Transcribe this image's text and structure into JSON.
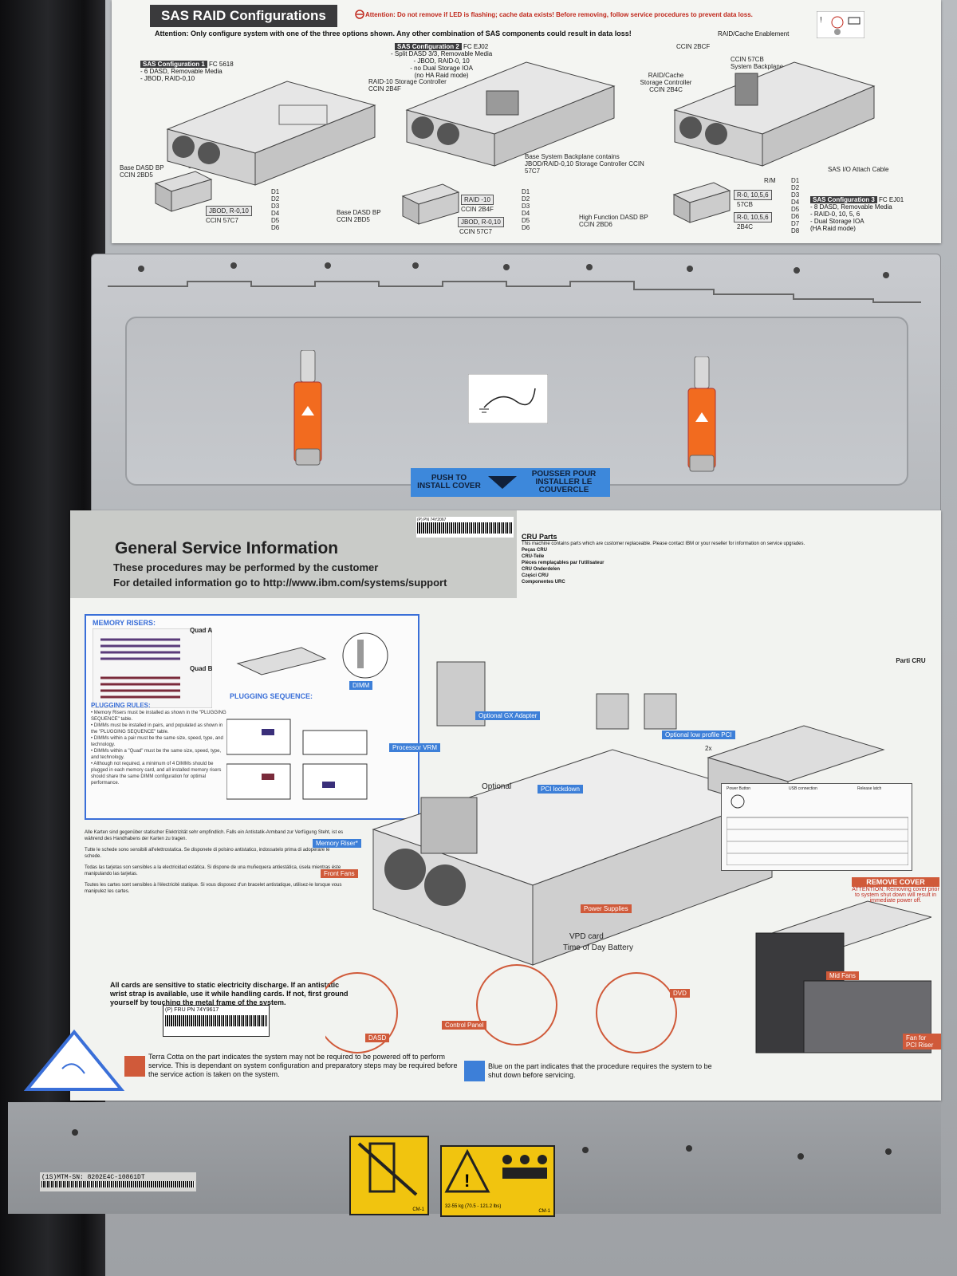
{
  "sas_label": {
    "title": "SAS RAID Configurations",
    "warning": "Attention: Do not remove if LED is flashing; cache data exists! Before removing, follow service procedures to prevent data loss.",
    "attention": "Attention: Only configure system with one of the three options shown.  Any other combination of SAS components could result in data loss!",
    "raid_cache_enablement": "RAID/Cache Enablement",
    "config1": {
      "tag": "SAS Configuration 1",
      "fc": "FC 5618",
      "lines": [
        "- 6 DASD, Removable Media",
        "- JBOD, RAID-0,10"
      ]
    },
    "config2": {
      "tag": "SAS Configuration 2",
      "fc": "FC EJ02",
      "lines": [
        "- Split DASD 3/3, Removable Media",
        "- JBOD, RAID-0, 10",
        "- no Dual Storage IOA",
        "(no HA Raid mode)"
      ]
    },
    "config3": {
      "tag": "SAS Configuration 3",
      "fc": "FC EJ01",
      "lines": [
        "- 8 DASD, Removable Media",
        "- RAID-0, 10, 5, 6",
        "- Dual Storage IOA",
        "(HA Raid mode)"
      ]
    },
    "raid10_ctrl": "RAID-10 Storage Controller",
    "ccin_2b4f": "CCIN 2B4F",
    "ccin_2bcf": "CCIN 2BCF",
    "ccin_57cb": "CCIN 57CB",
    "system_backplane": "System Backplane",
    "raid_cache_ctrl": "RAID/Cache Storage Controller",
    "ccin_2b4c": "CCIN 2B4C",
    "base_backplane": "Base System Backplane contains JBOD/RAID-0,10  Storage Controller CCIN 57C7",
    "base_dasd_bp": "Base DASD BP",
    "ccin_2bd5": "CCIN 2BD5",
    "jbod_r010": "JBOD, R-0,10",
    "ccin_57c7": "CCIN 57C7",
    "raid10": "RAID -10",
    "ccin_2b4f_b": "CCIN 2B4F",
    "jbod_r010_b": "JBOD, R-0,10",
    "ccin_57c7_b": "CCIN 57C7",
    "high_function_bp": "High Function DASD BP",
    "ccin_2bd6": "CCIN 2BD6",
    "rm": "R/M",
    "r056_a": "R-0, 10,5,6",
    "ccin_57cb_s": "57CB",
    "r056_b": "R-0, 10,5,6",
    "ccin_2b4c_s": "2B4C",
    "sas_io_cable": "SAS I/O Attach Cable",
    "drives_a": [
      "D1",
      "D2",
      "D3",
      "D4",
      "D5",
      "D6"
    ],
    "drives_b": [
      "D1",
      "D2",
      "D3",
      "D4",
      "D5",
      "D6"
    ],
    "drives_c": [
      "D1",
      "D2",
      "D3",
      "D4",
      "D5",
      "D6",
      "D7",
      "D8"
    ]
  },
  "cover": {
    "push_en": "PUSH TO INSTALL COVER",
    "push_fr": "POUSSER POUR INSTALLER LE COUVERCLE"
  },
  "gsi": {
    "title": "General Service Information",
    "sub1": "These procedures may be performed by the customer",
    "sub2": "For detailed information go to http://www.ibm.com/systems/support",
    "pn_small": "(P) PN 74Y2067",
    "cru_title": "CRU Parts",
    "cru_text": "This machine contains parts which are customer replaceable.  Please contact IBM or your reseller for information on service upgrades.",
    "pecas": "Peças CRU",
    "cru_teile": "CRU-Teile",
    "pieces": "Pièces remplaçables par l'utilisateur",
    "onderdelen": "CRU Onderdelen",
    "czesci": "Części CRU",
    "componentes": "Componentes URC",
    "parti": "Parti CRU",
    "memory_risers": "MEMORY RISERS:",
    "quad_a": "Quad A",
    "quad_b": "Quad B",
    "dimm": "DIMM",
    "plugging_sequence": "PLUGGING SEQUENCE:",
    "plugging_rules": "PLUGGING RULES:",
    "rules": [
      "• Memory Risers must be installed as shown in the \"PLUGGING SEQUENCE\" table.",
      "• DIMMs must be installed in pairs, and populated as shown in the \"PLUGGING SEQUENCE\" table.",
      "• DIMMs within a pair must be the same size, speed, type, and technology.",
      "• DIMMs within a \"Quad\" must be the same size, speed, type, and technology.",
      "• Although not required, a minimum of 4 DIMMs should be plugged in each memory card, and all installed memory risers should share the same DIMM configuration for optimal performance."
    ],
    "esd_de": "Alle Karten sind gegenüber statischer Elektrizität sehr empfindlich.  Falls ein Antistatik-Armband zur Verfügung Steht, ist es während des Handhabens der Karten zu tragen.",
    "esd_it": "Tutte le schede sono sensibili all'elettrostatica. Se disponete di polsino antistatico, indossatelo prima di adoperare le schede.",
    "esd_es": "Todas las tarjetas son sensibles a la electricidad estática.  Si dispone de una muñequera antiestática, úsela mientras éste manipulando las tarjetas.",
    "esd_fr": "Toutes les cartes sont sensibles à l'électricité statique.  Si vous disposez d'un bracelet antistatique, utilisez-le lorsque vous manipulez les cartes.",
    "esd_en": "All cards are sensitive to static electricity discharge. If an antistatic wrist strap is available, use it while handling cards. If not, first ground yourself by touching the metal frame of the system.",
    "fru_pn": "(P) FRU PN 74Y9617",
    "terra": "Terra Cotta on the part indicates the system may not be required to be powered off to perform service. This is dependant on system configuration and preparatory steps may be required before the service action is taken on the system.",
    "blue": "Blue on the part indicates that the procedure requires the system to be shut down before servicing.",
    "tags": {
      "optional_gx": "Optional GX Adapter",
      "processor_vrm": "Processor VRM",
      "optional": "Optional",
      "optional_pci": "Optional low profile PCI",
      "pci_lockdown": "PCI lockdown",
      "memory_riser": "Memory Riser*",
      "front_fans": "Front Fans",
      "power_supplies": "Power Supplies",
      "vpd": "VPD card",
      "tod": "Time of Day Battery",
      "dasd": "DASD",
      "control_panel": "Control Panel",
      "dvd": "DVD",
      "mid_fans": "Mid Fans",
      "fan_pci": "Fan for PCI Riser",
      "remove_cover": "REMOVE COVER",
      "remove_cover_text": "ATTENTION: Removing cover prior to system shut down will result in immediate power off.",
      "power_button": "Power Button",
      "usb": "USB connection",
      "release": "Release latch",
      "x2": "2x"
    }
  },
  "bottom": {
    "serial": "(1S)MTM-SN: 8202E4C-10861DT",
    "weight": "32-55 kg (70.5 - 121.2 lbs)",
    "cm1": "CM-1"
  },
  "colors": {
    "terra_cotta": "#d05a3a",
    "blue": "#3d7fd8",
    "yellow": "#f1c40f",
    "orange_handle": "#f26b1f"
  }
}
